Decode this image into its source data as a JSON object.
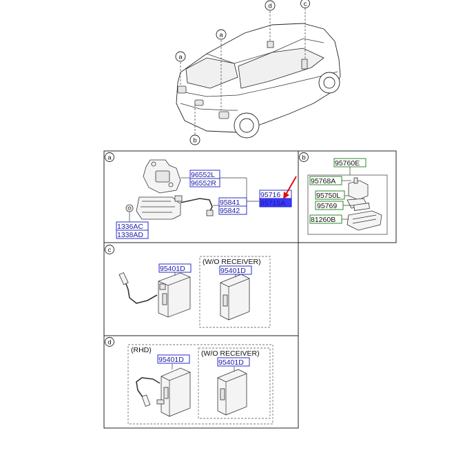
{
  "callouts": {
    "a": "a",
    "b": "b",
    "c": "c",
    "d": "d"
  },
  "panel_a": {
    "letter": "a",
    "parts": {
      "p96552L": "96552L",
      "p96552R": "96552R",
      "p95716": "95716",
      "p95715A": "95715A",
      "p95841": "95841",
      "p95842": "95842",
      "p1336AC": "1336AC",
      "p1338AD": "1338AD"
    }
  },
  "panel_b": {
    "letter": "b",
    "parts": {
      "p95760E": "95760E",
      "p95768A": "95768A",
      "p95750L": "95750L",
      "p95769": "95769",
      "p81260B": "81260B"
    }
  },
  "panel_c": {
    "letter": "c",
    "caption": "(W/O RECEIVER)",
    "parts": {
      "left": "95401D",
      "right": "95401D"
    }
  },
  "panel_d": {
    "letter": "d",
    "caption_outer": "(RHD)",
    "caption_inner": "(W/O RECEIVER)",
    "parts": {
      "left": "95401D",
      "right": "95401D"
    }
  },
  "colors": {
    "part_number": "#1a1aa0",
    "box_blue": "#2a2ad0",
    "box_green": "#2a8a2a",
    "selected_fill": "#3a3aff",
    "pointer_arrow": "#e01010"
  }
}
